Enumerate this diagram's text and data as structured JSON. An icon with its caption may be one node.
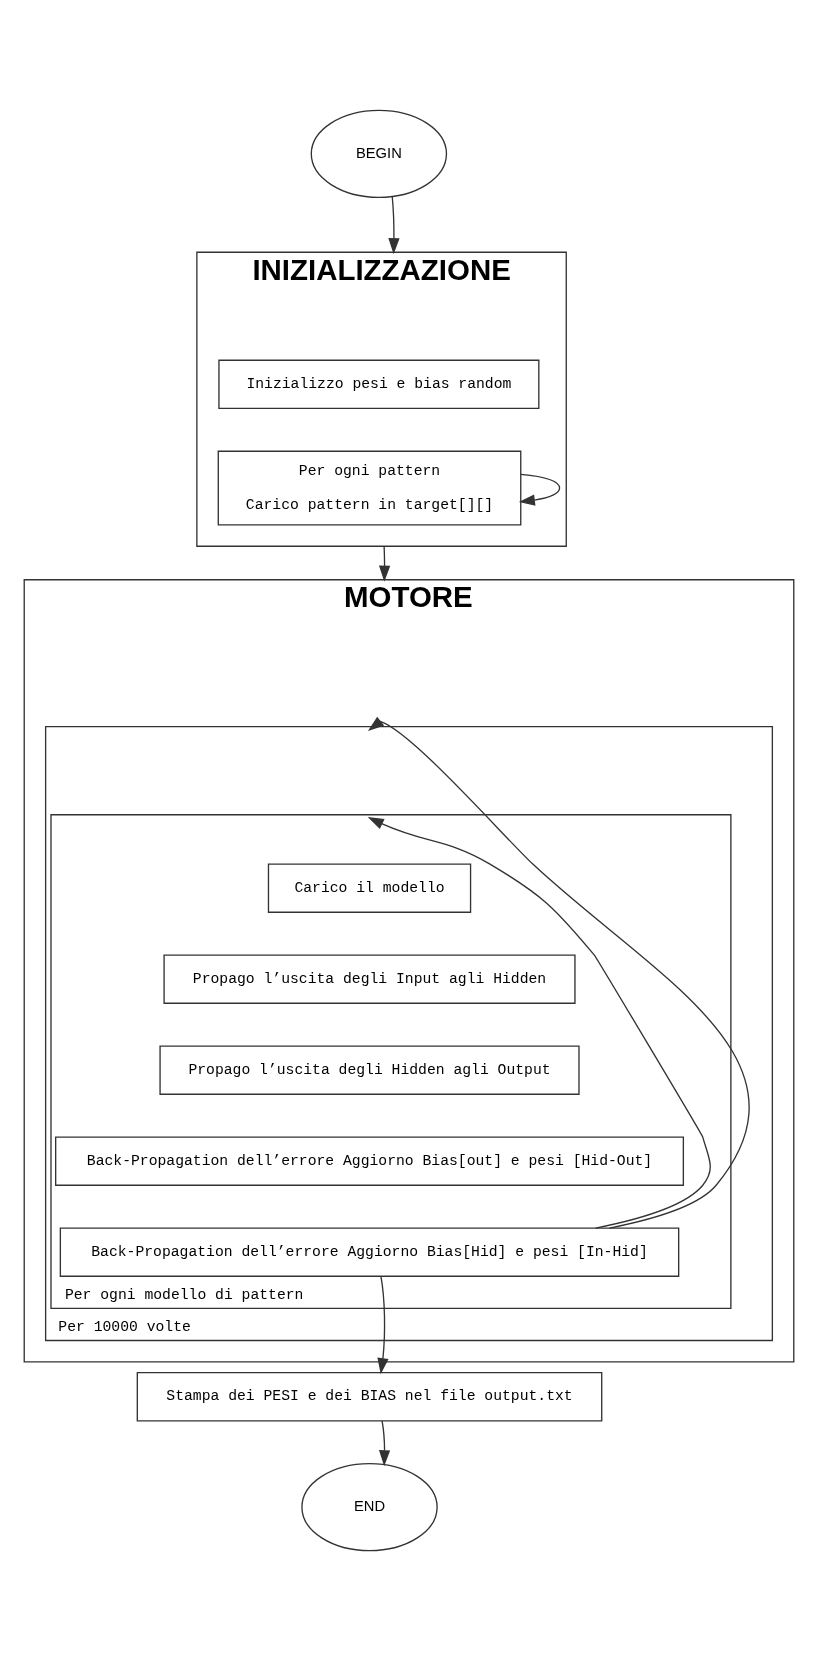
{
  "diagram": {
    "nodes": [
      {
        "text": [
          "BEGIN"
        ]
      },
      {
        "text": [
          "INIZIALIZZAZIONE"
        ]
      },
      {
        "text": [
          "Inizializzo pesi e bias random"
        ],
        "in": 1
      },
      {
        "text": [
          "Per ogni pattern",
          "Carico pattern in target[][]"
        ],
        "in": 1
      },
      {
        "text": [
          "MOTORE"
        ]
      },
      {
        "text": [
          "Per 10000 volte"
        ],
        "in": 4
      },
      {
        "text": [
          "Per ogni modello di pattern"
        ],
        "in": 5
      },
      {
        "text": [
          "Carico il modello"
        ],
        "in": 6
      },
      {
        "text": [
          "Propago l’uscita degli Input agli Hidden"
        ],
        "in": 6
      },
      {
        "text": [
          "Propago l’uscita degli Hidden agli Output"
        ],
        "in": 6
      },
      {
        "text": [
          "Back-Propagation dell’errore Aggiorno Bias[out] e pesi [Hid-Out]"
        ],
        "in": 6
      },
      {
        "text": [
          "Back-Propagation dell’errore Aggiorno Bias[Hid] e pesi [In-Hid]"
        ],
        "in": 6
      },
      {
        "text": [
          "Stampa dei PESI e dei BIAS nel file output.txt"
        ]
      },
      {
        "text": [
          "END"
        ]
      }
    ],
    "edges": [
      {
        "from": 0,
        "to": 1,
        "arrow": "to"
      },
      {
        "from": 3,
        "to": 3,
        "arrow": "to"
      },
      {
        "from": 1,
        "to": 4,
        "arrow": "to"
      },
      {
        "from": 11,
        "to": 6,
        "arrow": "to"
      },
      {
        "from": 11,
        "to": 5,
        "arrow": "to"
      },
      {
        "from": 11,
        "to": 12,
        "arrow": "to"
      },
      {
        "from": 12,
        "to": 13,
        "arrow": "to"
      }
    ]
  }
}
